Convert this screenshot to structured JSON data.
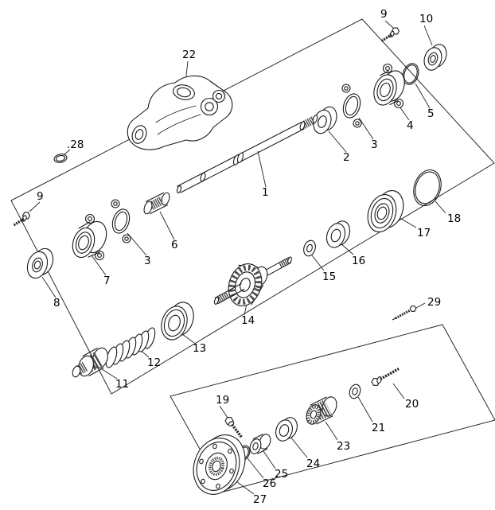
{
  "page": {
    "background": "#ffffff",
    "line_color": "#1a1a1a"
  },
  "labels": {
    "n1": "1",
    "n2": "2",
    "n3_upper": "3",
    "n3_lower": "3",
    "n4": "4",
    "n5": "5",
    "n6": "6",
    "n7": "7",
    "n8": "8",
    "n9_upper": "9",
    "n9_left": "9",
    "n10": "10",
    "n11": "11",
    "n12": "12",
    "n13": "13",
    "n14": "14",
    "n15": "15",
    "n16": "16",
    "n17": "17",
    "n18": "18",
    "n19": "19",
    "n20": "20",
    "n21": "21",
    "n22": "22",
    "n23": "23",
    "n24": "24",
    "n25": "25",
    "n26": "26",
    "n27": "27",
    "n28": ".28",
    "n29": "29"
  }
}
